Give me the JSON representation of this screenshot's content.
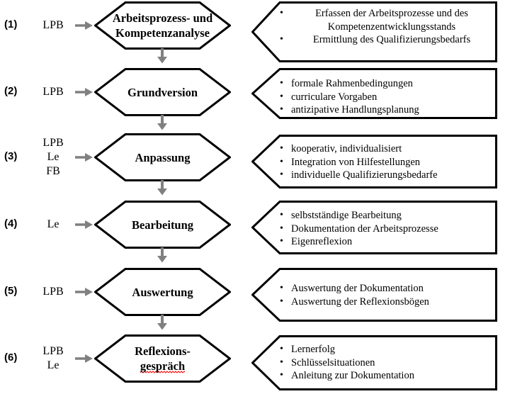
{
  "diagram": {
    "type": "flowchart",
    "title": "",
    "colors": {
      "outline": "#000000",
      "arrow": "#808080",
      "background": "#ffffff",
      "spellcheck_underline": "#ff0000"
    },
    "icons": {
      "in_arrow": "right-arrow-icon",
      "down_arrow": "down-arrow-icon"
    },
    "rows": [
      {
        "index": "(1)",
        "actors": [
          "LPB"
        ],
        "stage": "Arbeitsprozess- und\nKompetenzanalyse",
        "stage_lines": [
          "Arbeitsprozess- und",
          "Kompetenzanalyse"
        ],
        "misspelled": false,
        "bullets": [
          "Erfassen der Arbeitsprozesse und des\nKompetenzentwicklungsstands",
          "Ermittlung des Qualifizierungsbedarfs"
        ],
        "bullets_centered": true
      },
      {
        "index": "(2)",
        "actors": [
          "LPB"
        ],
        "stage": "Grundversion",
        "stage_lines": [
          "Grundversion"
        ],
        "misspelled": false,
        "bullets": [
          "formale Rahmenbedingungen",
          "curriculare Vorgaben",
          "antizipative Handlungsplanung"
        ],
        "bullets_centered": false
      },
      {
        "index": "(3)",
        "actors": [
          "LPB",
          "Le",
          "FB"
        ],
        "stage": "Anpassung",
        "stage_lines": [
          "Anpassung"
        ],
        "misspelled": false,
        "bullets": [
          "kooperativ, individualisiert",
          "Integration von Hilfestellungen",
          "individuelle Qualifizierungsbedarfe"
        ],
        "bullets_centered": false
      },
      {
        "index": "(4)",
        "actors": [
          "Le"
        ],
        "stage": "Bearbeitung",
        "stage_lines": [
          "Bearbeitung"
        ],
        "misspelled": false,
        "bullets": [
          "selbstständige Bearbeitung",
          "Dokumentation der Arbeitsprozesse",
          "Eigenreflexion"
        ],
        "bullets_centered": false
      },
      {
        "index": "(5)",
        "actors": [
          "LPB"
        ],
        "stage": "Auswertung",
        "stage_lines": [
          "Auswertung"
        ],
        "misspelled": false,
        "bullets": [
          "Auswertung der Dokumentation",
          "Auswertung der Reflexionsbögen"
        ],
        "bullets_centered": false
      },
      {
        "index": "(6)",
        "actors": [
          "LPB",
          "Le"
        ],
        "stage": "Reflexions-\ngespräch",
        "stage_lines": [
          "Reflexions-",
          "gespräch"
        ],
        "misspelled": true,
        "misspelled_word": "gespräch",
        "bullets": [
          "Lernerfolg",
          "Schlüsselsituationen",
          "Anleitung zur Dokumentation"
        ],
        "bullets_centered": false
      }
    ]
  }
}
